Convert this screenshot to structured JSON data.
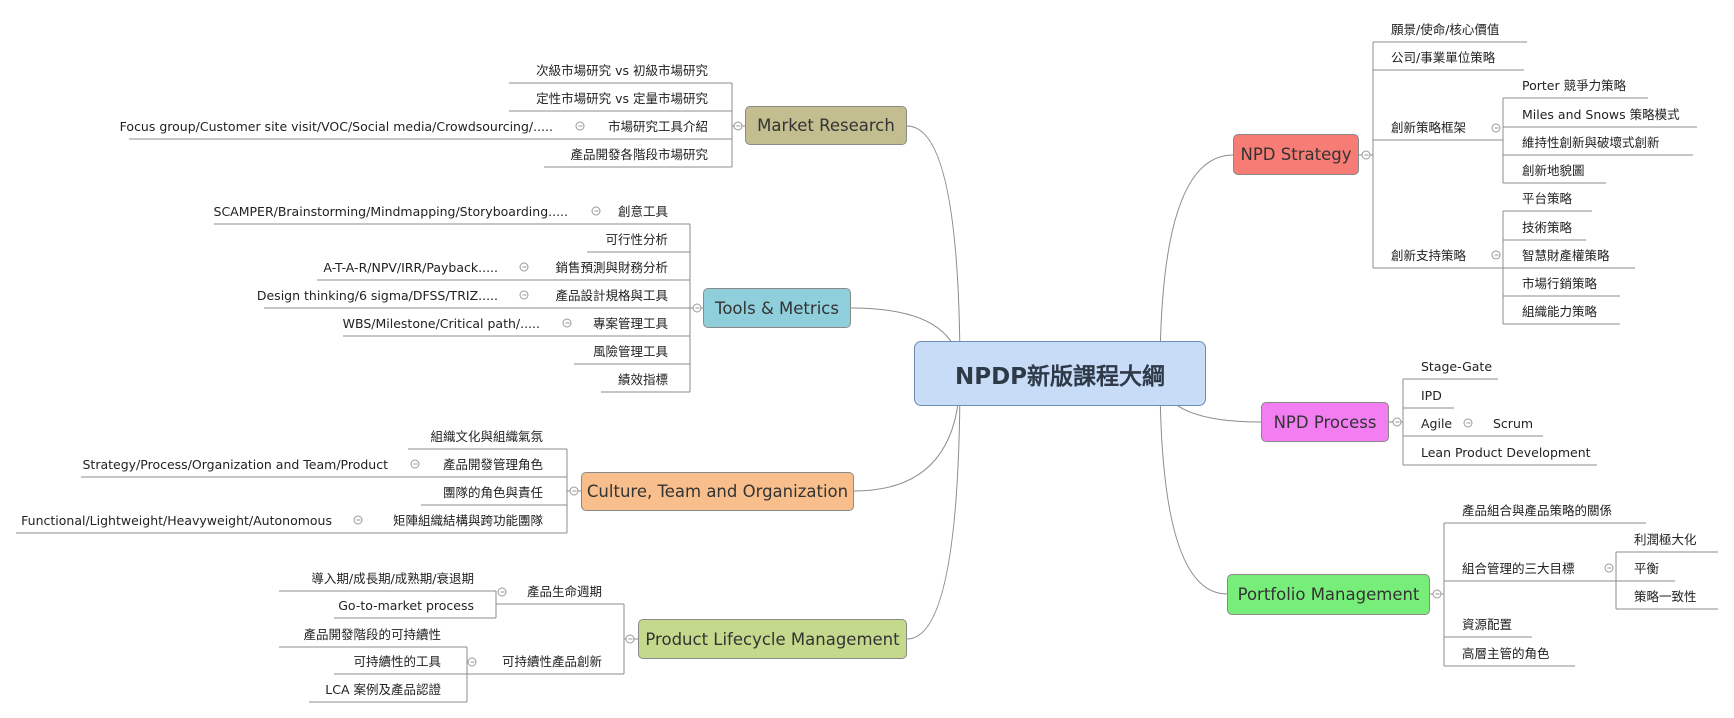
{
  "central": "NPDP新版課程大綱",
  "colors": {
    "market_research": "#c3be90",
    "tools_metrics": "#8fcfdb",
    "culture": "#f8bf8c",
    "plm": "#c5d98d",
    "npd_strategy": "#f67c75",
    "npd_process": "#f27ef2",
    "portfolio": "#77ee7a",
    "central": "#c8dcf7",
    "line": "#8c8c8c"
  },
  "market_research": {
    "label": "Market Research",
    "items": [
      "次級市場研究 vs 初級市場研究",
      "定性市場研究 vs 定量市場研究",
      "市場研究工具介紹",
      "產品開發各階段市場研究"
    ],
    "tools_detail": "Focus group/Customer site visit/VOC/Social media/Crowdsourcing/....."
  },
  "tools_metrics": {
    "label": "Tools & Metrics",
    "items": [
      "創意工具",
      "可行性分析",
      "銷售預測與財務分析",
      "產品設計規格與工具",
      "專案管理工具",
      "風險管理工具",
      "績效指標"
    ],
    "details": {
      "creative": "SCAMPER/Brainstorming/Mindmapping/Storyboarding.....",
      "finance": "A-T-A-R/NPV/IRR/Payback.....",
      "design": "Design thinking/6 sigma/DFSS/TRIZ.....",
      "project": "WBS/Milestone/Critical path/....."
    }
  },
  "culture": {
    "label": "Culture, Team and Organization",
    "items": [
      "組織文化與組織氣氛",
      "產品開發管理角色",
      "團隊的角色與責任",
      "矩陣組織結構與跨功能團隊"
    ],
    "details": {
      "roles": "Strategy/Process/Organization and Team/Product",
      "matrix": "Functional/Lightweight/Heavyweight/Autonomous"
    }
  },
  "plm": {
    "label": "Product Lifecycle Management",
    "items": [
      "產品生命週期",
      "可持續性產品創新"
    ],
    "lifecycle": [
      "導入期/成長期/成熟期/衰退期",
      "Go-to-market process"
    ],
    "sustainability": [
      "產品開發階段的可持續性",
      "可持續性的工具",
      "LCA 案例及產品認證"
    ]
  },
  "npd_strategy": {
    "label": "NPD Strategy",
    "items": [
      "願景/使命/核心價值",
      "公司/事業單位策略",
      "創新策略框架",
      "創新支持策略"
    ],
    "framework": [
      "Porter 競爭力策略",
      "Miles and Snows 策略模式",
      "維持性創新與破壞式創新",
      "創新地貌圖"
    ],
    "support": [
      "平台策略",
      "技術策略",
      "智慧財產權策略",
      "市場行銷策略",
      "組織能力策略"
    ]
  },
  "npd_process": {
    "label": "NPD Process",
    "items": [
      "Stage-Gate",
      "IPD",
      "Agile",
      "Lean Product Development"
    ],
    "agile_detail": "Scrum"
  },
  "portfolio": {
    "label": "Portfolio Management",
    "items": [
      "產品組合與產品策略的關係",
      "組合管理的三大目標",
      "資源配置",
      "高層主管的角色"
    ],
    "goals": [
      "利潤極大化",
      "平衡",
      "策略一致性"
    ]
  }
}
